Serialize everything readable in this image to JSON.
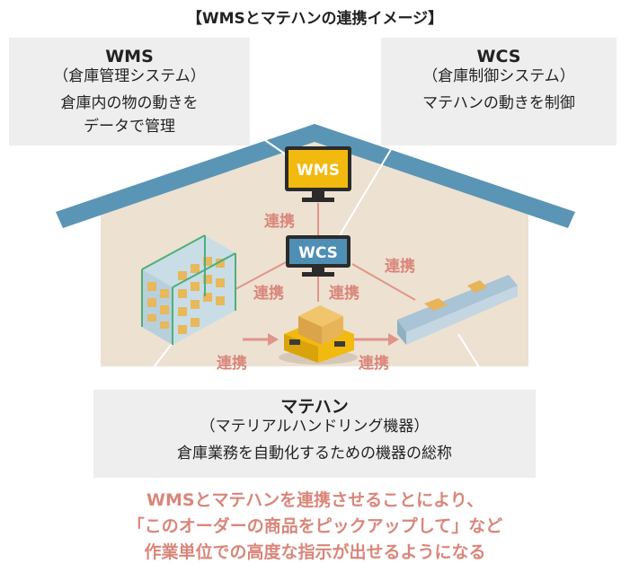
{
  "title": "【WMSとマテハンの連携イメージ】",
  "wms_box": {
    "title": "WMS",
    "subtitle": "（倉庫管理システム）",
    "desc_line1": "倉庫内の物の動きを",
    "desc_line2": "データで管理"
  },
  "wcs_box": {
    "title": "WCS",
    "subtitle": "（倉庫制御システム）",
    "desc": "マテハンの動きを制御"
  },
  "matehan_box": {
    "title": "マテハン",
    "subtitle": "（マテリアルハンドリング機器）",
    "desc": "倉庫業務を自動化するための機器の総称"
  },
  "monitors": {
    "wms": "WMS",
    "wcs": "WCS"
  },
  "link_label": "連携",
  "footer": {
    "line1": "WMSとマテハンを連携させることにより、",
    "line2": "「このオーダーの商品をピックアップして」など",
    "line3": "作業単位での高度な指示が出せるようになる"
  },
  "colors": {
    "roof": "#5b95b5",
    "warehouse_bg": "#ede1d1",
    "link_line": "#e0958a",
    "wms_monitor": "#f2b90f",
    "wcs_monitor": "#4f8fb5",
    "box_bg": "#eeeeee"
  }
}
